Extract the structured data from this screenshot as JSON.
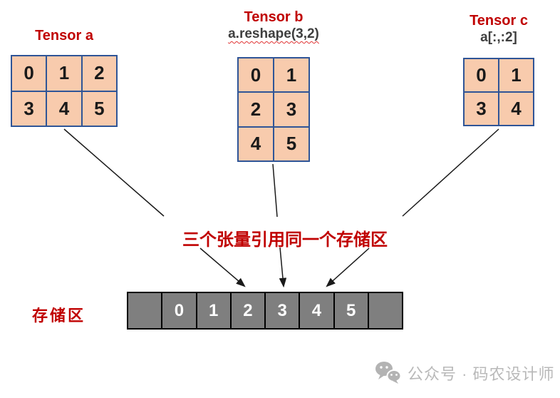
{
  "tensors": [
    {
      "title": "Tensor a",
      "subtitle": "",
      "cols": 3,
      "cells": [
        "0",
        "1",
        "2",
        "3",
        "4",
        "5"
      ]
    },
    {
      "title": "Tensor b",
      "subtitle": "a.reshape(3,2)",
      "cols": 2,
      "cells": [
        "0",
        "1",
        "2",
        "3",
        "4",
        "5"
      ]
    },
    {
      "title": "Tensor c",
      "subtitle": "a[:,:2]",
      "cols": 2,
      "cells": [
        "0",
        "1",
        "3",
        "4"
      ]
    }
  ],
  "caption": "三个张量引用同一个存储区",
  "storage": {
    "label": "存储区",
    "cells": [
      "",
      "0",
      "1",
      "2",
      "3",
      "4",
      "5",
      ""
    ]
  },
  "watermark": {
    "icon": "wechat-icon",
    "text": "公众号 · 码农设计师"
  },
  "colors": {
    "tensor_cell_fill": "#F8CBAD",
    "tensor_border": "#2F5597",
    "title_red": "#C00000",
    "subtitle_gray": "#3F3F3F",
    "caption_red": "#C00000",
    "storage_fill": "#7F7F7F",
    "storage_border": "#000000",
    "storage_text": "#FFFFFF",
    "arrow_black": "#1A1A1A",
    "watermark_gray": "#B9B9B9"
  }
}
